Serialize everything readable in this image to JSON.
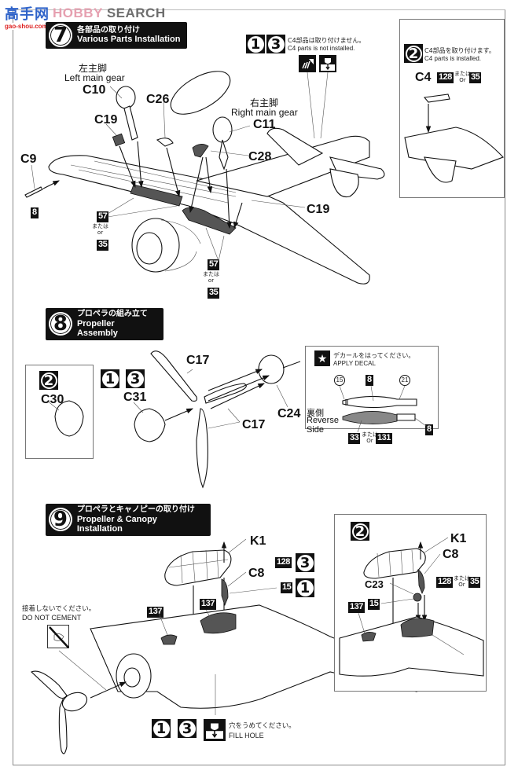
{
  "watermark": {
    "cn": "高手网",
    "hobby": "HOBBY",
    "search": "SEARCH",
    "url": "gao-shou.com"
  },
  "steps": [
    {
      "number": "7",
      "title_jp": "各部品の取り付け",
      "title_en": "Various Parts Installation",
      "left_gear_jp": "左主脚",
      "left_gear_en": "Left main gear",
      "right_gear_jp": "右主脚",
      "right_gear_en": "Right main gear",
      "parts": [
        "C10",
        "C26",
        "C19",
        "C9",
        "C11",
        "C28",
        "C19"
      ],
      "colors": {
        "c9": "8",
        "left_primary": "57",
        "left_or_jp": "または",
        "left_or_en": "or",
        "left_alt": "35",
        "right_primary": "57",
        "right_or_jp": "または",
        "right_or_en": "or",
        "right_alt": "35"
      },
      "variant_not_installed": {
        "badges": [
          "1",
          "3"
        ],
        "note_jp": "C4部品は取り付けません。",
        "note_en": "C4 parts is not installed."
      },
      "variant_installed": {
        "badge": "2",
        "note_jp": "C4部品を取り付けます。",
        "note_en": "C4 parts is installed.",
        "part": "C4",
        "color_primary": "128",
        "or_jp": "または",
        "or_en": "Or",
        "color_alt": "35"
      }
    },
    {
      "number": "8",
      "title_jp": "プロペラの組み立て",
      "title_en": "Propeller Assembly",
      "variant_2": {
        "badge": "2",
        "part": "C30"
      },
      "variant_13": {
        "badges": [
          "1",
          "3"
        ],
        "part": "C31"
      },
      "parts": [
        "C17",
        "C17",
        "C24"
      ],
      "decal_box": {
        "note_jp": "デカールをはってください。",
        "note_en": "APPLY DECAL",
        "decals": [
          "15",
          "21"
        ],
        "front_color": "8",
        "reverse_jp": "裏側",
        "reverse_en_1": "Reverse",
        "reverse_en_2": "Side",
        "reverse_color_primary": "33",
        "or_jp": "または",
        "or_en": "Or",
        "reverse_color_alt": "131",
        "tip_color": "8"
      }
    },
    {
      "number": "9",
      "title_jp": "プロペラとキャノピーの取り付け",
      "title_en": "Propeller & Canopy Installation",
      "parts": [
        "K1",
        "C8"
      ],
      "colors": {
        "canopy_frame": "128",
        "c8": "15",
        "cockpit_left": "137",
        "cockpit_right": "137"
      },
      "variant_badges": [
        "3",
        "1"
      ],
      "do_not_cement_jp": "接着しないでください。",
      "do_not_cement_en": "DO NOT CEMENT",
      "fill_hole": {
        "badges": [
          "1",
          "3"
        ],
        "note_jp": "穴をうめてください。",
        "note_en": "FILL HOLE"
      },
      "variant_2": {
        "badge": "2",
        "parts": [
          "K1",
          "C8",
          "C23"
        ],
        "c8_color_primary": "128",
        "or_jp": "または",
        "or_en": "Or",
        "c8_color_alt": "35",
        "c23_color": "15",
        "cockpit_left": "137",
        "cockpit_right": "137"
      }
    }
  ]
}
